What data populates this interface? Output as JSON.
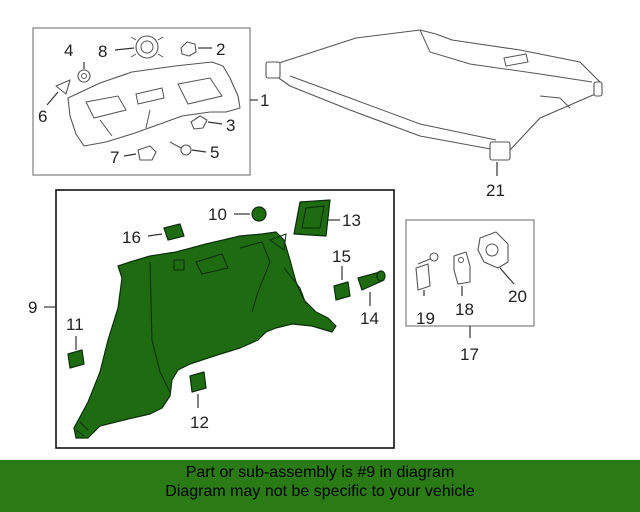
{
  "colors": {
    "highlight": "#1f6b12",
    "banner": "#2a7a16",
    "line": "#555555"
  },
  "callouts": {
    "c1": "1",
    "c2": "2",
    "c3": "3",
    "c4": "4",
    "c5": "5",
    "c6": "6",
    "c7": "7",
    "c8": "8",
    "c9": "9",
    "c10": "10",
    "c11": "11",
    "c12": "12",
    "c13": "13",
    "c14": "14",
    "c15": "15",
    "c16": "16",
    "c17": "17",
    "c18": "18",
    "c19": "19",
    "c20": "20",
    "c21": "21"
  },
  "banner": {
    "line1": "Part or sub-assembly is #9 in diagram",
    "line2": "Diagram may not be specific to your vehicle"
  }
}
